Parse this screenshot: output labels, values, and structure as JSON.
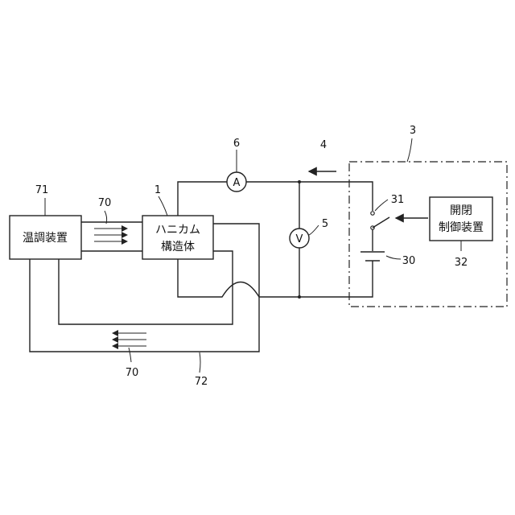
{
  "labels": {
    "ref_1": "1",
    "ref_3": "3",
    "ref_4": "4",
    "ref_5": "5",
    "ref_6": "6",
    "ref_30": "30",
    "ref_31": "31",
    "ref_32": "32",
    "ref_70_top": "70",
    "ref_70_bottom": "70",
    "ref_71": "71",
    "ref_72": "72"
  },
  "boxes": {
    "temp_control_line1": "温調装置",
    "honeycomb_line1": "ハニカム",
    "honeycomb_line2": "構造体",
    "switch_control_line1": "開閉",
    "switch_control_line2": "制御装置"
  },
  "meters": {
    "ammeter": "A",
    "voltmeter": "V"
  }
}
